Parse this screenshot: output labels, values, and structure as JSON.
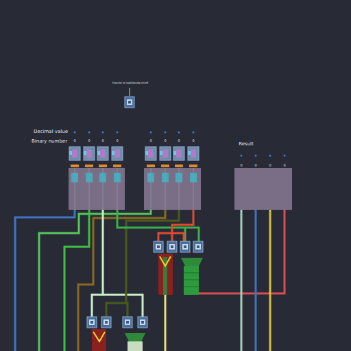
{
  "diagram": {
    "labels": [
      "Execute to load/decode on/off",
      "Decimal value",
      "Binary number",
      "0",
      "0",
      "0",
      "0",
      "0",
      "0",
      "0",
      "0",
      "Result",
      "0",
      "0",
      "0",
      "0"
    ]
  }
}
